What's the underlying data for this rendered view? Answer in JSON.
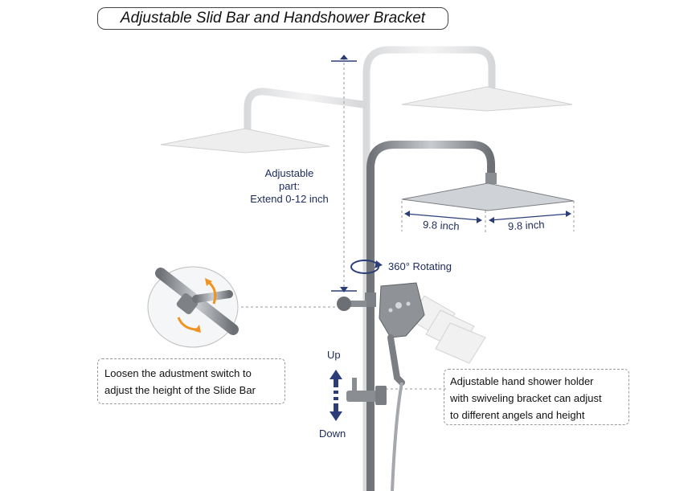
{
  "title": "Adjustable Slid Bar and Handshower Bracket",
  "adjustable_part": {
    "line1": "Adjustable",
    "line2": "part:",
    "line3": "Extend 0-12 inch"
  },
  "dimension_width": "9.8 inch",
  "dimension_depth": "9.8 inch",
  "rotating_label": "360° Rotating",
  "up_label": "Up",
  "down_label": "Down",
  "left_callout": {
    "line1": "Loosen the adustment switch to",
    "line2": "adjust the height of the Slide Bar"
  },
  "right_callout": {
    "line1": "Adjustable hand shower holder",
    "line2": "with swiveling bracket can adjust",
    "line3": "to different angels and height"
  },
  "colors": {
    "label_text": "#1b2a5c",
    "accent_arrow": "#2c3e7a",
    "rotate_arrow": "#f09320",
    "steel": "#8a8d92"
  }
}
